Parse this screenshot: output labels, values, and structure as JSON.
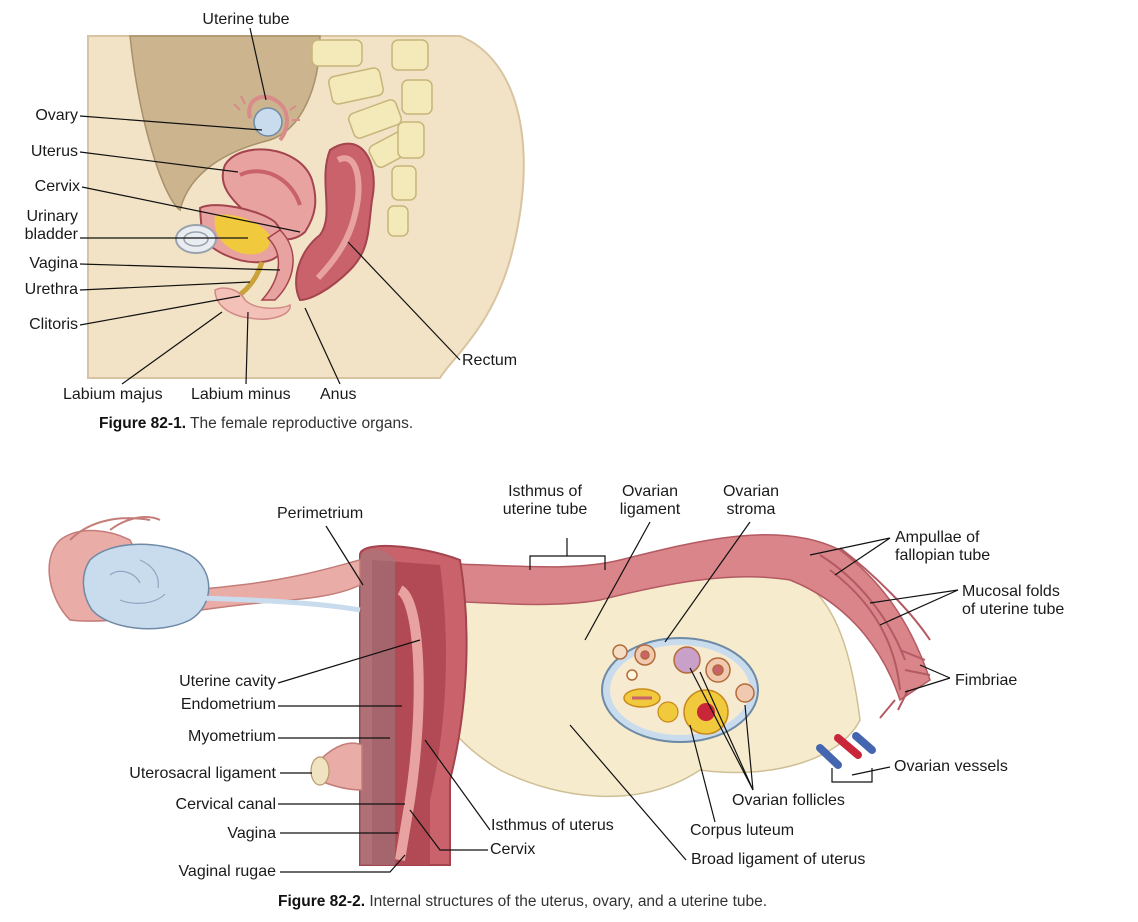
{
  "figure1": {
    "caption_num": "Figure 82-1.",
    "caption_text": "The female reproductive organs.",
    "labels": {
      "uterine_tube": "Uterine tube",
      "ovary": "Ovary",
      "uterus": "Uterus",
      "cervix": "Cervix",
      "urinary_bladder_1": "Urinary",
      "urinary_bladder_2": "bladder",
      "vagina": "Vagina",
      "urethra": "Urethra",
      "clitoris": "Clitoris",
      "labium_majus": "Labium majus",
      "labium_minus": "Labium minus",
      "anus": "Anus",
      "rectum": "Rectum"
    }
  },
  "figure2": {
    "caption_num": "Figure 82-2.",
    "caption_text": "Internal structures of the uterus, ovary, and a uterine tube.",
    "labels": {
      "perimetrium": "Perimetrium",
      "isthmus_tube_1": "Isthmus of",
      "isthmus_tube_2": "uterine tube",
      "ovarian_ligament_1": "Ovarian",
      "ovarian_ligament_2": "ligament",
      "ovarian_stroma_1": "Ovarian",
      "ovarian_stroma_2": "stroma",
      "ampullae_1": "Ampullae of",
      "ampullae_2": "fallopian tube",
      "mucosal_1": "Mucosal folds",
      "mucosal_2": "of uterine tube",
      "fimbriae": "Fimbriae",
      "ovarian_vessels": "Ovarian vessels",
      "ovarian_follicles": "Ovarian follicles",
      "corpus_luteum": "Corpus luteum",
      "broad_ligament": "Broad ligament of uterus",
      "isthmus_uterus": "Isthmus of uterus",
      "cervix": "Cervix",
      "uterine_cavity": "Uterine cavity",
      "endometrium": "Endometrium",
      "myometrium": "Myometrium",
      "uterosacral": "Uterosacral ligament",
      "cervical_canal": "Cervical canal",
      "vagina": "Vagina",
      "vaginal_rugae": "Vaginal rugae"
    }
  },
  "colors": {
    "skin": "#f2e3c6",
    "skin_edge": "#d8c4a0",
    "tissue_pink": "#e8a3a0",
    "muscle": "#c9626a",
    "muscle_dark": "#a4444e",
    "bladder_yellow": "#f0c93c",
    "bone": "#f4e9b8",
    "ovary_blue": "#c9dcee",
    "broad_lig": "#f6eccd",
    "leader": "#111111"
  }
}
